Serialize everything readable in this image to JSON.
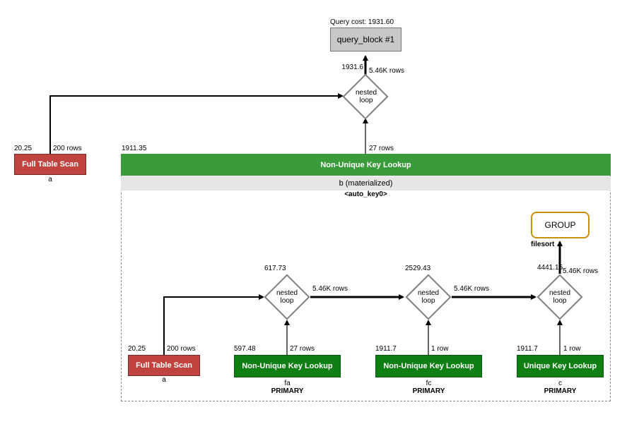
{
  "query_cost_label": "Query cost: 1931.60",
  "query_block": "query_block #1",
  "top_loop": {
    "label_line1": "nested",
    "label_line2": "loop",
    "cost": "1931.6",
    "rows": "5.46K rows"
  },
  "outer_scan": {
    "label": "Full Table Scan",
    "cost": "20.25",
    "rows": "200 rows",
    "table": "a"
  },
  "derived": {
    "cost": "1911.35",
    "rows": "27 rows",
    "header": "Non-Unique Key Lookup",
    "table": "b (materialized)",
    "key": "<auto_key0>"
  },
  "group": {
    "label": "GROUP",
    "note": "filesort"
  },
  "inner_loops": [
    {
      "label_line1": "nested",
      "label_line2": "loop",
      "cost": "617.73",
      "rows": "5.46K rows"
    },
    {
      "label_line1": "nested",
      "label_line2": "loop",
      "cost": "2529.43",
      "rows": "5.46K rows"
    },
    {
      "label_line1": "nested",
      "label_line2": "loop",
      "cost": "4441.15",
      "rows": "5.46K rows"
    }
  ],
  "inner_scan": {
    "label": "Full Table Scan",
    "cost": "20.25",
    "rows": "200 rows",
    "table": "a"
  },
  "lookups": [
    {
      "label": "Non-Unique Key Lookup",
      "cost": "597.48",
      "rows": "27 rows",
      "table": "fa",
      "key": "PRIMARY"
    },
    {
      "label": "Non-Unique Key Lookup",
      "cost": "1911.7",
      "rows": "1 row",
      "table": "fc",
      "key": "PRIMARY"
    },
    {
      "label": "Unique Key Lookup",
      "cost": "1911.7",
      "rows": "1 row",
      "table": "c",
      "key": "PRIMARY"
    }
  ]
}
